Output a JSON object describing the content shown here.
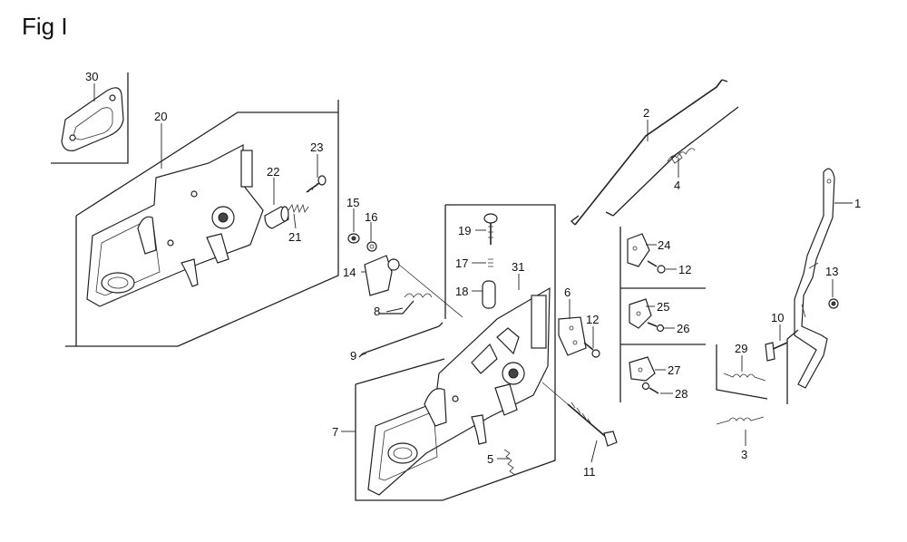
{
  "figure": {
    "title": "Fig I"
  },
  "callouts": [
    {
      "num": "30"
    },
    {
      "num": "20"
    },
    {
      "num": "23"
    },
    {
      "num": "22"
    },
    {
      "num": "21"
    },
    {
      "num": "15"
    },
    {
      "num": "16"
    },
    {
      "num": "14"
    },
    {
      "num": "8"
    },
    {
      "num": "9"
    },
    {
      "num": "7"
    },
    {
      "num": "19"
    },
    {
      "num": "17"
    },
    {
      "num": "18"
    },
    {
      "num": "31"
    },
    {
      "num": "6"
    },
    {
      "num": "12"
    },
    {
      "num": "5"
    },
    {
      "num": "11"
    },
    {
      "num": "2"
    },
    {
      "num": "4"
    },
    {
      "num": "24"
    },
    {
      "num": "12"
    },
    {
      "num": "25"
    },
    {
      "num": "26"
    },
    {
      "num": "27"
    },
    {
      "num": "28"
    },
    {
      "num": "1"
    },
    {
      "num": "13"
    },
    {
      "num": "10"
    },
    {
      "num": "29"
    },
    {
      "num": "3"
    }
  ]
}
